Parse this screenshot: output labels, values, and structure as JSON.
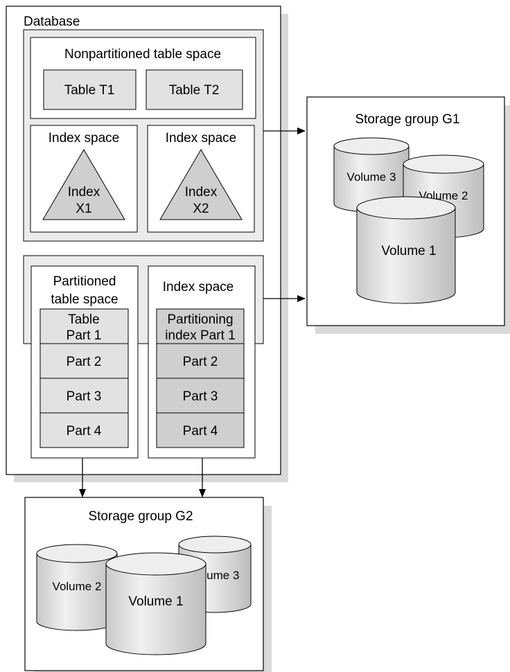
{
  "database": {
    "title": "Database",
    "nonpartitioned": {
      "title": "Nonpartitioned table space",
      "tables": [
        "Table T1",
        "Table T2"
      ],
      "index_spaces": [
        {
          "title": "Index space",
          "index_line1": "Index",
          "index_line2": "X1"
        },
        {
          "title": "Index space",
          "index_line1": "Index",
          "index_line2": "X2"
        }
      ]
    },
    "partitioned": {
      "title_line1": "Partitioned",
      "title_line2": "table space",
      "table_parts": [
        {
          "line1": "Table",
          "line2": "Part 1"
        },
        {
          "line1": "Part 2",
          "line2": ""
        },
        {
          "line1": "Part 3",
          "line2": ""
        },
        {
          "line1": "Part 4",
          "line2": ""
        }
      ],
      "index_space_title": "Index space",
      "index_parts": [
        {
          "line1": "Partitioning",
          "line2": "index Part 1"
        },
        {
          "line1": "Part 2",
          "line2": ""
        },
        {
          "line1": "Part 3",
          "line2": ""
        },
        {
          "line1": "Part 4",
          "line2": ""
        }
      ]
    }
  },
  "storage_group_g1": {
    "title": "Storage group G1",
    "volumes": [
      "Volume 3",
      "Volume 2",
      "Volume 1"
    ]
  },
  "storage_group_g2": {
    "title": "Storage group G2",
    "volumes": [
      "Volume 2",
      "Volume 3",
      "Volume 1"
    ]
  },
  "colors": {
    "light_panel": "#ebebeb",
    "table_fill": "#e2e2e2",
    "index_fill": "#cfcfcf",
    "shadow": "#d9d9d9",
    "volume_fill": "#e4e4e4"
  }
}
